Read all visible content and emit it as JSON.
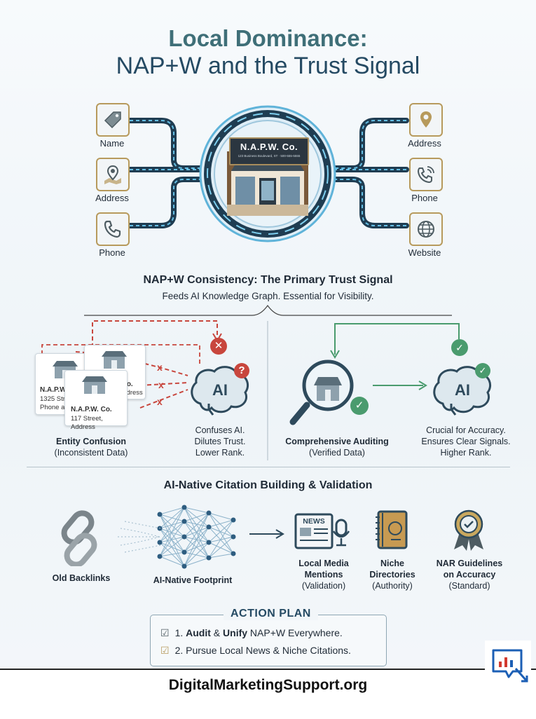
{
  "title": {
    "line1": "Local Dominance:",
    "line2": "NAP+W and the Trust Signal"
  },
  "left_nodes": [
    {
      "label": "Name",
      "icon": "tag-icon"
    },
    {
      "label": "Address",
      "icon": "map-pin-icon"
    },
    {
      "label": "Phone",
      "icon": "phone-icon"
    }
  ],
  "right_nodes": [
    {
      "label": "Address",
      "icon": "location-pin-icon"
    },
    {
      "label": "Phone",
      "icon": "phone-ringing-icon"
    },
    {
      "label": "Website",
      "icon": "globe-icon"
    }
  ],
  "storefront": {
    "sign": "N.A.P.W. Co.",
    "sign_sub": "123 Business Boulevard, ST · 500-555-5555"
  },
  "trust": {
    "heading": "NAP+W Consistency: The Primary Trust Signal",
    "subheading": "Feeds AI Knowledge Graph. Essential for Visibility."
  },
  "left_panel": {
    "cards": [
      {
        "name": "N.A.P.W.",
        "line1": "1325 Stre",
        "line2": "Phone ad"
      },
      {
        "name": "P.W. Co.",
        "line1": "eet, Address"
      },
      {
        "name": "N.A.P.W. Co.",
        "line1": "117 Street, Address"
      }
    ],
    "ai_text": "AI",
    "caption_title": "Entity Confusion",
    "caption_sub": "(Inconsistent Data)",
    "effect": [
      "Confuses AI.",
      "Dilutes Trust.",
      "Lower Rank."
    ]
  },
  "right_panel": {
    "ai_text": "AI",
    "caption_title": "Comprehensive Auditing",
    "caption_sub": "(Verified Data)",
    "effect": [
      "Crucial for Accuracy.",
      "Ensures Clear Signals.",
      "Higher Rank."
    ]
  },
  "citation": {
    "heading": "AI-Native Citation Building & Validation",
    "old": "Old Backlinks",
    "footprint": "AI-Native Footprint",
    "news_badge": "NEWS",
    "items": [
      {
        "title1": "Local Media",
        "title2": "Mentions",
        "sub": "(Validation)",
        "icon": "newspaper-microphone-icon"
      },
      {
        "title1": "Niche",
        "title2": "Directories",
        "sub": "(Authority)",
        "icon": "directory-book-icon"
      },
      {
        "title1": "NAR Guidelines",
        "title2": "on Accuracy",
        "sub": "(Standard)",
        "icon": "award-ribbon-icon"
      }
    ]
  },
  "action_plan": {
    "title": "ACTION PLAN",
    "items": [
      {
        "prefix": "1. ",
        "bold1": "Audit",
        "mid": " & ",
        "bold2": "Unify",
        "rest": " NAP+W Everywhere."
      },
      {
        "text": "2. Pursue Local News & Niche Citations."
      }
    ]
  },
  "footer": {
    "site": "DigitalMarketingSupport.org"
  },
  "colors": {
    "title": "#3f6f78",
    "navy": "#254a63",
    "red": "#c8463d",
    "green": "#4a9b6e",
    "gold": "#b79a5c"
  }
}
